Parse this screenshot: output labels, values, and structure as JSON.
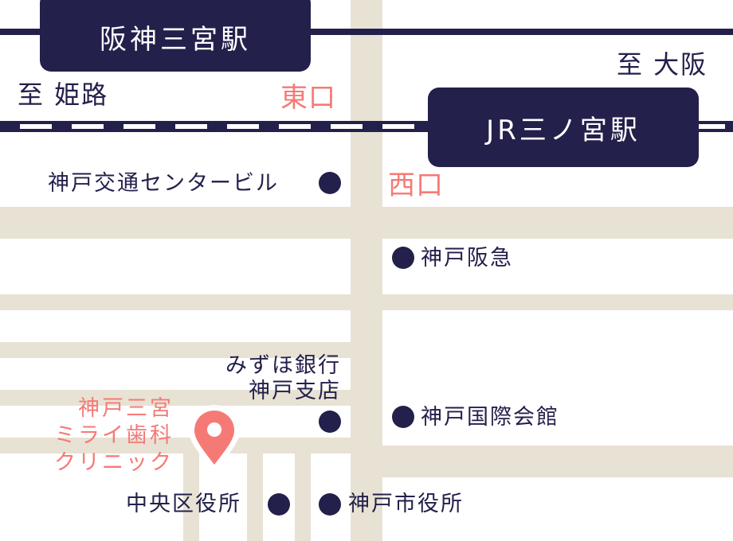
{
  "map": {
    "colors": {
      "road": "#e8e2d4",
      "rail": "#23204b",
      "station_bg": "#23204b",
      "accent": "#f57a76",
      "text": "#23204b",
      "background": "#ffffff"
    },
    "stations": {
      "hanshin": "阪神三宮駅",
      "jr": "JR三ノ宮駅"
    },
    "directions": {
      "west": "至 姫路",
      "east": "至 大阪"
    },
    "exits": {
      "east": "東口",
      "west": "西口"
    },
    "landmarks": {
      "kotsu_center": "神戸交通センタービル",
      "hankyu": "神戸阪急",
      "mizuho_line1": "みずほ銀行",
      "mizuho_line2": "神戸支店",
      "kokusai_kaikan": "神戸国際会館",
      "chuo_ward_office": "中央区役所",
      "city_hall": "神戸市役所"
    },
    "clinic": {
      "line1": "神戸三宮",
      "line2": "ミライ歯科",
      "line3": "クリニック",
      "pin_icon": "map-pin-icon"
    }
  }
}
